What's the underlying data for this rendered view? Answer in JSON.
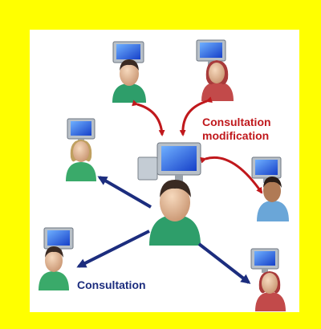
{
  "labels": {
    "modification_line1": "Consultation",
    "modification_line2": "modification",
    "consultation": "Consultation"
  },
  "colors": {
    "frame": "#ffff00",
    "background": "#ffffff",
    "modification_arrow": "#c0181c",
    "consultation_arrow": "#1c2d7e",
    "modification_text": "#c0181c",
    "consultation_text": "#1c2d7e"
  },
  "icons": {
    "central_user": "user-at-computer-icon",
    "users": "user-at-computer-icon"
  }
}
